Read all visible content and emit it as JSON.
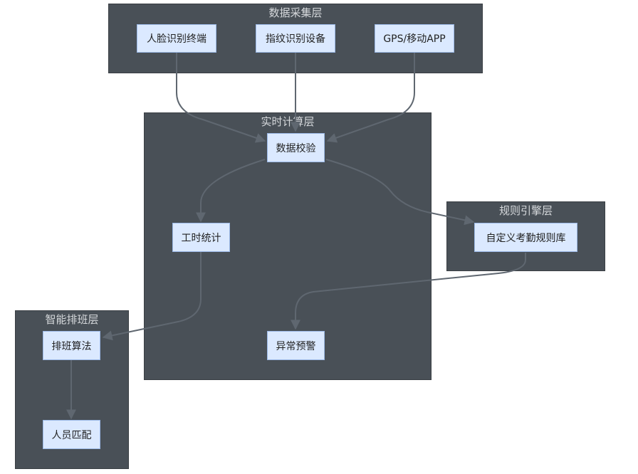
{
  "colors": {
    "layer_bg": "#495057",
    "layer_title": "#d6d9dc",
    "node_bg": "#dbe9ff",
    "node_border": "#9bb8e6",
    "edge": "#5f6770"
  },
  "layers": {
    "collection": {
      "title": "数据采集层"
    },
    "realtime": {
      "title": "实时计算层"
    },
    "rules": {
      "title": "规则引擎层"
    },
    "scheduling": {
      "title": "智能排班层"
    }
  },
  "nodes": {
    "face": "人脸识别终端",
    "fingerprint": "指纹识别设备",
    "gps": "GPS/移动APP",
    "validate": "数据校验",
    "hours": "工时统计",
    "alert": "异常预警",
    "custom_rules": "自定义考勤规则库",
    "algorithm": "排班算法",
    "matching": "人员匹配"
  }
}
